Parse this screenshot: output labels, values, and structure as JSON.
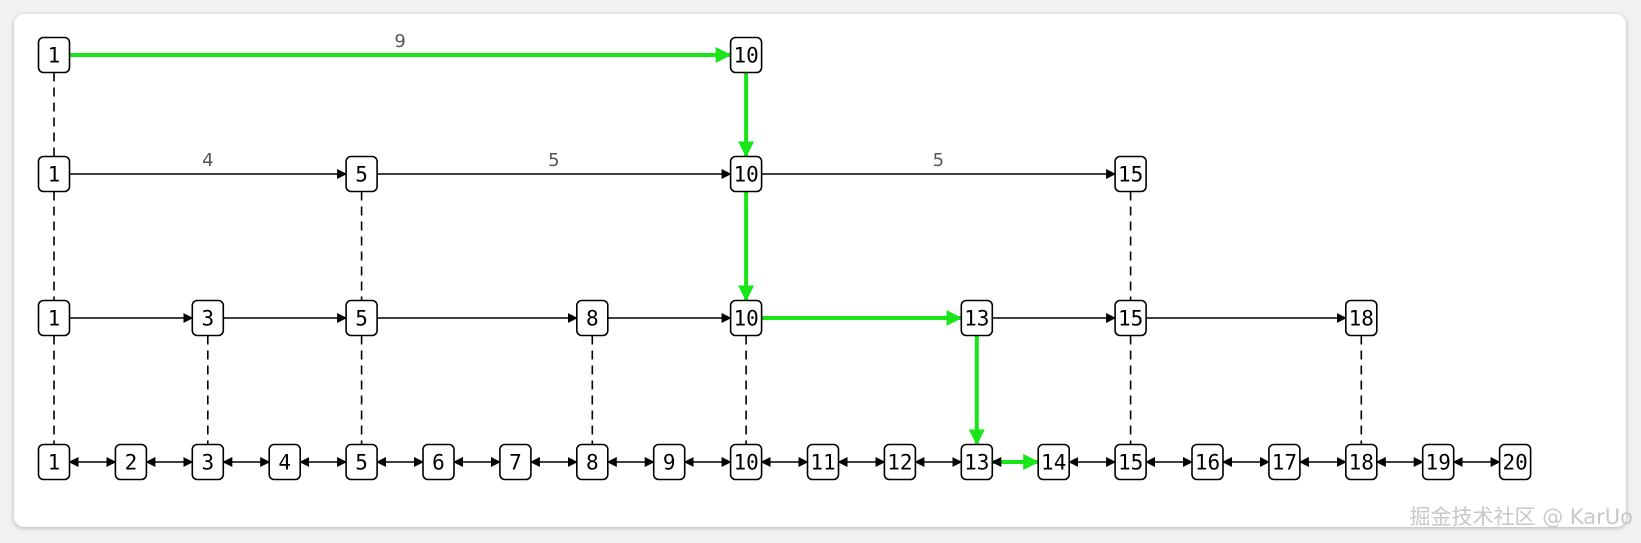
{
  "diagram": {
    "levels": [
      {
        "nodes": [
          1,
          10
        ],
        "span_labels": [
          "9"
        ]
      },
      {
        "nodes": [
          1,
          5,
          10,
          15
        ],
        "span_labels": [
          "4",
          "5",
          "5"
        ]
      },
      {
        "nodes": [
          1,
          3,
          5,
          8,
          10,
          13,
          15,
          18
        ],
        "span_labels": []
      },
      {
        "nodes": [
          1,
          2,
          3,
          4,
          5,
          6,
          7,
          8,
          9,
          10,
          11,
          12,
          13,
          14,
          15,
          16,
          17,
          18,
          19,
          20
        ],
        "span_labels": []
      }
    ],
    "search_path": [
      {
        "level": 0,
        "from": 1,
        "to": 10,
        "dir": "h"
      },
      {
        "level": 0,
        "from": 10,
        "to": 10,
        "dir": "v"
      },
      {
        "level": 1,
        "from": 10,
        "to": 10,
        "dir": "v"
      },
      {
        "level": 2,
        "from": 10,
        "to": 13,
        "dir": "h"
      },
      {
        "level": 2,
        "from": 13,
        "to": 13,
        "dir": "v"
      },
      {
        "level": 3,
        "from": 13,
        "to": 14,
        "dir": "h"
      }
    ],
    "colors": {
      "node_stroke": "#000000",
      "edge": "#000000",
      "search_path": "#19e619",
      "span_label": "#555555"
    }
  },
  "watermark": "掘金技术社区 @ KarUo"
}
